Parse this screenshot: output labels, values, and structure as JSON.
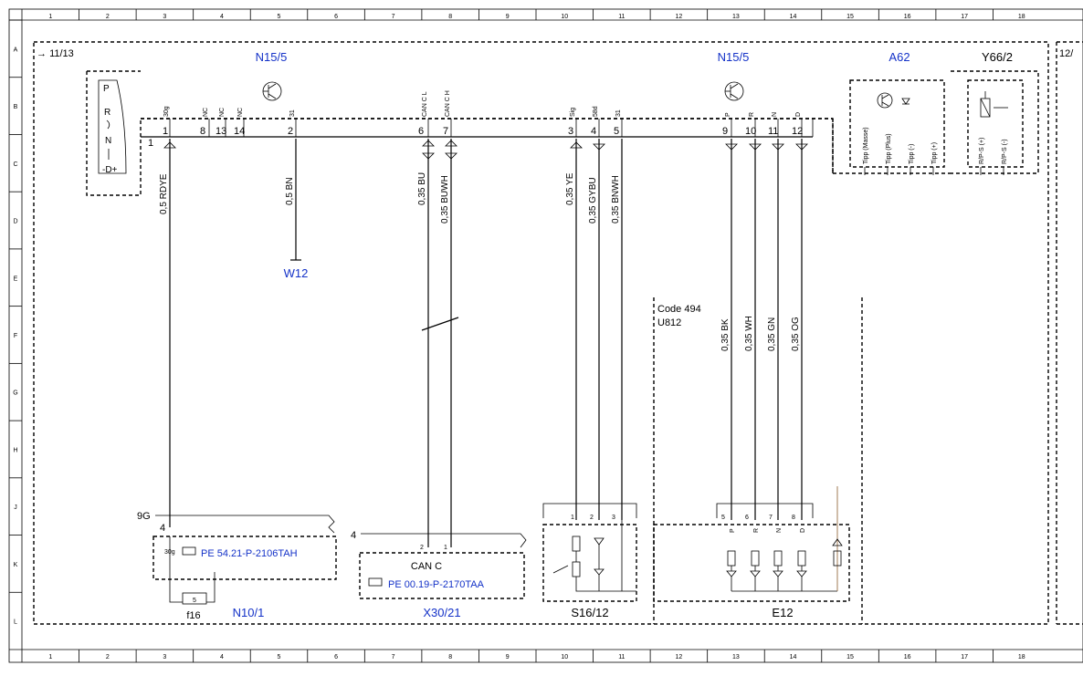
{
  "grid": {
    "columns": [
      "1",
      "2",
      "3",
      "4",
      "5",
      "6",
      "7",
      "8",
      "9",
      "10",
      "11",
      "12",
      "13",
      "14",
      "15",
      "16",
      "17",
      "18"
    ],
    "rows": [
      "A",
      "B",
      "C",
      "D",
      "E",
      "F",
      "G",
      "H",
      "J",
      "K",
      "L"
    ]
  },
  "refs": {
    "prev": "11/13",
    "next": "12/"
  },
  "components": {
    "n15_5_left": "N15/5",
    "n15_5_right": "N15/5",
    "a62": "A62",
    "y66_2": "Y66/2",
    "w12": "W12",
    "n10_1": "N10/1",
    "f16": "f16",
    "x30_21": "X30/21",
    "s16_12": "S16/12",
    "e12": "E12",
    "can_c": "CAN C"
  },
  "selector": {
    "letters": [
      "P",
      "R",
      "N",
      "-D+"
    ]
  },
  "connector_number": "1",
  "pins": [
    {
      "name": "30g",
      "num": "1"
    },
    {
      "name": "NC",
      "num": "8"
    },
    {
      "name": "NC",
      "num": "13"
    },
    {
      "name": "NC",
      "num": "14"
    },
    {
      "name": "31",
      "num": "2"
    },
    {
      "name": "CAN C L",
      "num": "6"
    },
    {
      "name": "CAN C H",
      "num": "7"
    },
    {
      "name": "Sig",
      "num": "3"
    },
    {
      "name": "58d",
      "num": "4"
    },
    {
      "name": "31",
      "num": "5"
    },
    {
      "name": "P",
      "num": "9"
    },
    {
      "name": "R",
      "num": "10"
    },
    {
      "name": "N",
      "num": "11"
    },
    {
      "name": "D",
      "num": "12"
    }
  ],
  "wires": [
    {
      "label": "0,5 RDYE"
    },
    {
      "label": "0,5 BN"
    },
    {
      "label": "0,35 BU"
    },
    {
      "label": "0,35 BUWH"
    },
    {
      "label": "0,35 YE"
    },
    {
      "label": "0,35 GYBU"
    },
    {
      "label": "0,35 BNWH"
    },
    {
      "label": "0,35 BK"
    },
    {
      "label": "0,35 WH"
    },
    {
      "label": "0,35 GN"
    },
    {
      "label": "0,35 OG"
    }
  ],
  "a62_pins": [
    "Tipp (Masse)",
    "Tipp (Plus)",
    "Tipp (-)",
    "Tipp (+)"
  ],
  "y66_pins": [
    "R/P-S (+)",
    "R/P-S (-)"
  ],
  "code": {
    "line1": "Code 494",
    "line2": "U812"
  },
  "n10": {
    "conn": "9G",
    "pin_num": "4",
    "pin_name": "30g",
    "fuse": "5",
    "ref": "PE 54.21-P-2106TAH"
  },
  "x30": {
    "conn": "4",
    "pin2": "2",
    "pin1": "1",
    "ref": "PE 00.19-P-2170TAA"
  },
  "s16": {
    "pins": [
      "1",
      "2",
      "3"
    ]
  },
  "e12": {
    "pins": [
      {
        "num": "5",
        "name": "P"
      },
      {
        "num": "6",
        "name": "R"
      },
      {
        "num": "7",
        "name": "N"
      },
      {
        "num": "8",
        "name": "D"
      }
    ]
  },
  "colors": {
    "label_blue": "#1432c8",
    "line": "#000000",
    "accent": "#8b5a2b"
  }
}
